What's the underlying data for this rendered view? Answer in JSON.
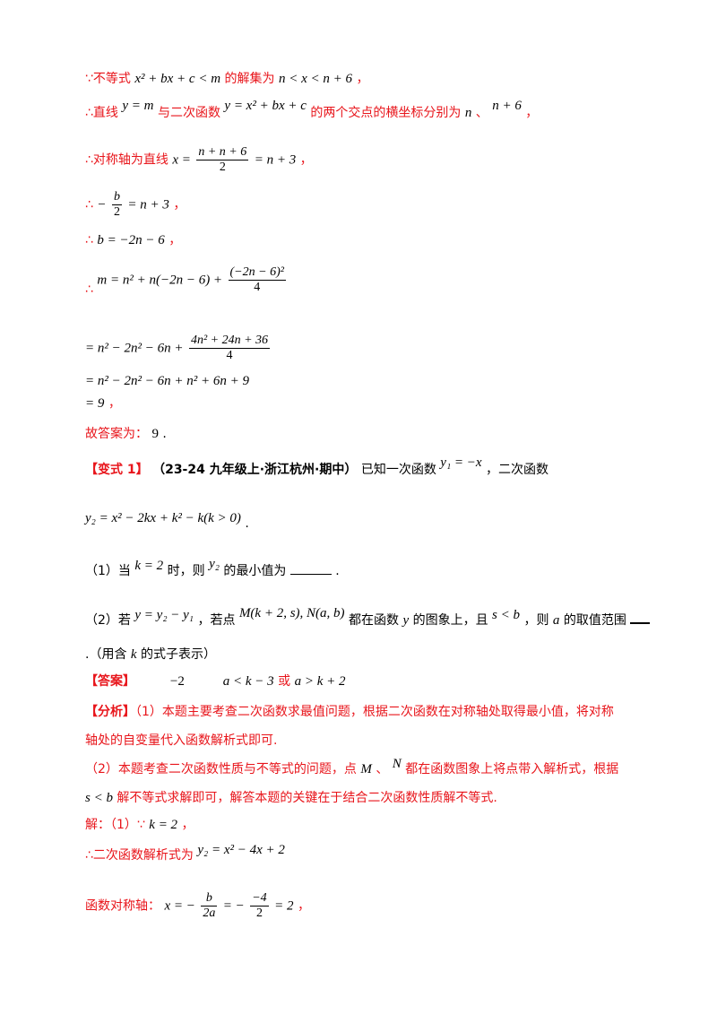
{
  "lines": {
    "l1_text_a": "∵不等式",
    "l1_math_a": "x² + bx + c < m",
    "l1_text_b": "的解集为",
    "l1_math_b": "n < x < n + 6",
    "l1_text_c": "，",
    "l2_text_a": "∴直线",
    "l2_math_a": "y = m",
    "l2_text_b": "与二次函数",
    "l2_math_b": "y = x² + bx + c",
    "l2_text_c": "的两个交点的横坐标分别为",
    "l2_math_c": "n",
    "l2_text_d": "、",
    "l2_math_d": "n + 6",
    "l2_text_e": "，",
    "l3_text_a": "∴对称轴为直线",
    "l3_math_a": "x =",
    "l3_frac_num": "n + n + 6",
    "l3_frac_den": "2",
    "l3_math_b": "= n + 3",
    "l3_text_b": "，",
    "l4_text_a": "∴",
    "l4_math_a": "−",
    "l4_frac_num": "b",
    "l4_frac_den": "2",
    "l4_math_b": "= n + 3",
    "l4_text_b": "，",
    "l5_text_a": "∴",
    "l5_math_a": "b = −2n − 6",
    "l5_text_b": "，",
    "l6_text_a": "∴",
    "l6_math_a": "m = n² + n(−2n − 6) +",
    "l6_frac_num": "(−2n − 6)²",
    "l6_frac_den": "4",
    "l7_math_a": "= n² − 2n² − 6n +",
    "l7_frac_num": "4n² + 24n + 36",
    "l7_frac_den": "4",
    "l8_math_a": "= n² − 2n² − 6n + n² + 6n + 9",
    "l9_math_a": "= 9",
    "l9_text_a": "，",
    "l10_text_a": "故答案为：",
    "l10_math_a": "9",
    "l10_text_b": "."
  },
  "variant": {
    "tag": "【变式 1】",
    "source": "（23-24 九年级上·浙江杭州·期中）",
    "stem_a": "已知一次函数",
    "stem_math_a": "y₁ = −x",
    "stem_b": "，二次函数",
    "stem_math_b": "y₂ = x² − 2kx + k² − k(k > 0)",
    "stem_c": ".",
    "q1_a": "（1）当",
    "q1_math_a": "k = 2",
    "q1_b": "时，则",
    "q1_math_b": "y₂",
    "q1_c": "的最小值为",
    "q1_d": ".",
    "q2_a": "（2）若",
    "q2_math_a": "y = y₂ − y₁",
    "q2_b": "，若点",
    "q2_math_b": "M(k + 2, s), N(a, b)",
    "q2_c": "都在函数",
    "q2_math_c": "y",
    "q2_d": "的图象上，且",
    "q2_math_d": "s < b",
    "q2_e": "，则",
    "q2_math_e": "a",
    "q2_f": "的取值范围",
    "q2_g": ".（用含",
    "q2_math_g": "k",
    "q2_h": "的式子表示）"
  },
  "answer": {
    "tag": "【答案】",
    "v1": "−2",
    "v2": "a < k − 3",
    "or": "或",
    "v3": "a > k + 2"
  },
  "analysis": {
    "tag": "【分析】",
    "p1_a": "（1）本题主要考查二次函数求最值问题，根据二次函数在对称轴处取得最小值，将对称",
    "p1_b": "轴处的自变量代入函数解析式即可.",
    "p2_a": "（2）本题考查二次函数性质与不等式的问题，点",
    "p2_math_a": "M",
    "p2_b": "、",
    "p2_math_b": "N",
    "p2_c": "都在函数图象上将点带入解析式，根据",
    "p2_math_d": "s < b",
    "p2_d": "解不等式求解即可，解答本题的关键在于结合二次函数性质解不等式."
  },
  "solution": {
    "s1_a": "解：（1）∵",
    "s1_math": "k = 2",
    "s1_b": "，",
    "s2_a": "∴二次函数解析式为",
    "s2_math": "y₂ = x² − 4x + 2",
    "s3_a": "函数对称轴：",
    "s3_math_a": "x = −",
    "s3_frac1_num": "b",
    "s3_frac1_den": "2a",
    "s3_math_b": "= −",
    "s3_frac2_num": "−4",
    "s3_frac2_den": "2",
    "s3_math_c": "= 2",
    "s3_b": "，"
  }
}
